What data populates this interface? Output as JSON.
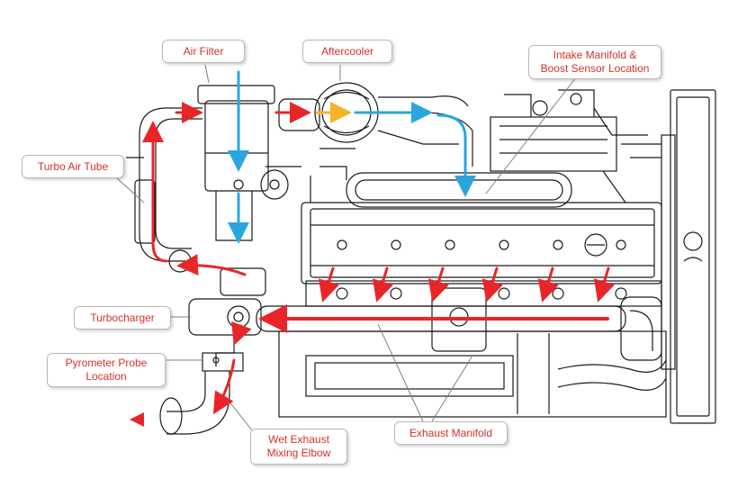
{
  "diagram": {
    "labels": {
      "air_filter": "Air Filter",
      "aftercooler": "Aftercooler",
      "intake_manifold_line1": "Intake Manifold &",
      "intake_manifold_line2": "Boost Sensor Location",
      "turbo_air_tube": "Turbo Air Tube",
      "turbocharger": "Turbocharger",
      "pyrometer_line1": "Pyrometer Probe",
      "pyrometer_line2": "Location",
      "exhaust_manifold": "Exhaust Manifold",
      "wet_exhaust_line1": "Wet Exhaust",
      "wet_exhaust_line2": "Mixing Elbow"
    },
    "colors": {
      "label_text": "#d5302a",
      "hot_air_arrow": "#e8262a",
      "cool_air_arrow": "#2ba6dd",
      "transition_arrow": "#f5b428",
      "line_art": "#1a1a1a"
    }
  }
}
